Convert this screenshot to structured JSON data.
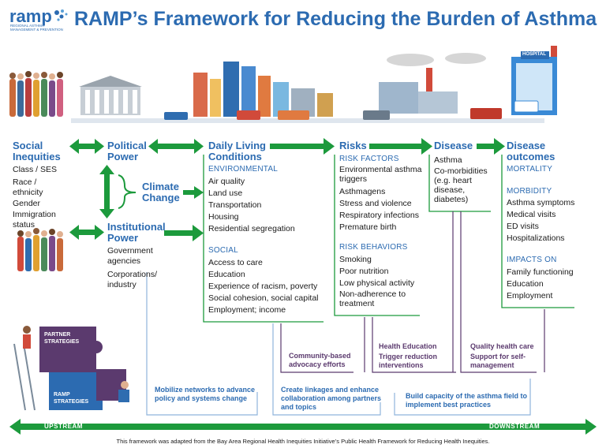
{
  "logo": {
    "name": "ramp",
    "tagline": "REGIONAL ASTHMA MANAGEMENT & PREVENTION"
  },
  "title": "RAMP’s Framework for Reducing the Burden of Asthma",
  "columns": {
    "social_inequities": {
      "title": "Social Inequities",
      "items": [
        "Class / SES",
        "Race / ethnicity",
        "Gender",
        "Immigration status"
      ]
    },
    "political_power": {
      "title": "Political Power"
    },
    "climate_change": {
      "title": "Climate Change"
    },
    "institutional_power": {
      "title": "Institutional Power",
      "items": [
        "Government agencies",
        "Corporations/ industry"
      ]
    },
    "daily_living": {
      "title": "Daily Living Conditions",
      "env_label": "ENVIRONMENTAL",
      "env_items": [
        "Air quality",
        "Land use",
        "Transportation",
        "Housing",
        "Residential segregation"
      ],
      "social_label": "SOCIAL",
      "social_items": [
        "Access to care",
        "Education",
        "Experience of racism, poverty",
        "Social cohesion, social capital",
        "Employment; income"
      ]
    },
    "risks": {
      "title": "Risks",
      "factors_label": "RISK FACTORS",
      "factors": [
        "Environmental asthma triggers",
        "Asthmagens",
        "Stress and violence",
        "Respiratory infections",
        "Premature birth"
      ],
      "behaviors_label": "RISK BEHAVIORS",
      "behaviors": [
        "Smoking",
        "Poor nutrition",
        "Low physical activity",
        "Non-adherence to treatment"
      ]
    },
    "disease": {
      "title": "Disease",
      "items": [
        "Asthma",
        "Co-morbidities (e.g. heart disease, diabetes)"
      ]
    },
    "outcomes": {
      "title": "Disease outcomes",
      "mortality": "MORTALITY",
      "morbidity": "MORBIDITY",
      "morbidity_items": [
        "Asthma symptoms",
        "Medical visits",
        "ED visits",
        "Hospitalizations"
      ],
      "impacts": "IMPACTS ON",
      "impacts_items": [
        "Family functioning",
        "Education",
        "Employment"
      ]
    }
  },
  "strategies": {
    "partner_label": "PARTNER STRATEGIES",
    "ramp_label": "RAMP STRATEGIES",
    "community": "Community-based advocacy efforts",
    "health_ed": "Health Education",
    "trigger": "Trigger reduction interventions",
    "quality": "Quality health care",
    "support": "Support for self-management",
    "mobilize": "Mobilize networks to advance policy and systems change",
    "linkages": "Create linkages and enhance collaboration among partners and topics",
    "capacity": "Build capacity of the asthma field to implement best practices"
  },
  "stream": {
    "upstream": "UPSTREAM",
    "downstream": "DOWNSTREAM"
  },
  "hospital_sign": "HOSPITAL",
  "credit": "This framework was adapted from the Bay Area Regional Health Inequities Initiative’s Public Health Framework for Reducing Health Inequities.",
  "colors": {
    "blue": "#2c6bb1",
    "green": "#1c9a3c",
    "purple": "#5b3a6e",
    "light_blue": "#8fb4dc"
  }
}
